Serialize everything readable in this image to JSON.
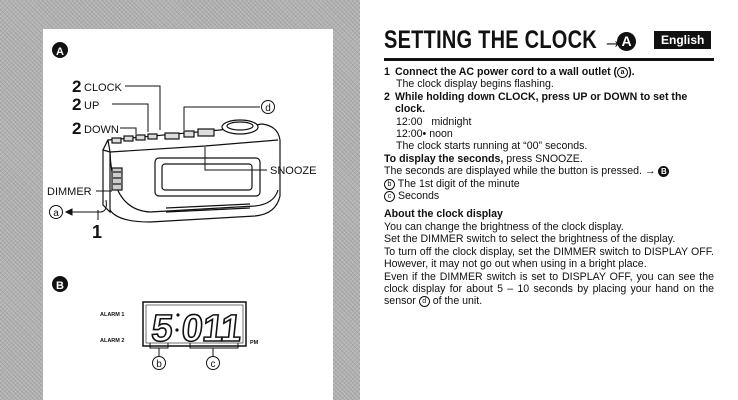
{
  "figure": {
    "marker_a": "A",
    "marker_b": "B",
    "label_clock_num": "2",
    "label_clock": "CLOCK",
    "label_up_num": "2",
    "label_up": "UP",
    "label_down_num": "2",
    "label_down": "DOWN",
    "label_d": "d",
    "label_snooze": "SNOOZE",
    "label_dimmer": "DIMMER",
    "label_a": "a",
    "label_one": "1",
    "alarm1": "ALARM 1",
    "alarm2": "ALARM 2",
    "display_digits": [
      "5",
      "0",
      "1",
      "1"
    ],
    "pm": "PM",
    "label_b": "b",
    "label_c": "c"
  },
  "section": {
    "title": "SETTING THE CLOCK →",
    "title_badge": "A",
    "language": "English",
    "step1_num": "1",
    "step1_text": "Connect the AC power cord to a wall outlet (",
    "step1_circ": "a",
    "step1_end": ").",
    "step1_sub": "The clock display begins flashing.",
    "step2_num": "2",
    "step2_text": "While holding down CLOCK, press UP or DOWN to set the clock.",
    "time1": "12:00",
    "time1_label": "midnight",
    "time2": "12:00",
    "time2_dot": "•",
    "time2_label": "noon",
    "step2_sub": "The clock starts running at “00” seconds.",
    "seconds_heading": "To display the seconds,",
    "seconds_rest": " press SNOOZE.",
    "seconds_desc": "The seconds are displayed while the button is pressed. →",
    "seconds_badge": "B",
    "b_circ": "b",
    "b_text": "The 1st digit of the minute",
    "c_circ": "c",
    "c_text": "Seconds",
    "about_heading": "About the clock display",
    "about_p1": "You can change the brightness of the clock display.",
    "about_p2": "Set the DIMMER switch to select the brightness of the display.",
    "about_p3": "To turn off the clock display, set the DIMMER switch to DISPLAY OFF. However, it may not go out when using in a bright place.",
    "about_p4a": "Even if the DIMMER switch is set to DISPLAY OFF, you can see the clock display for about 5 – 10 seconds by placing your hand on the sensor",
    "about_circ": "d",
    "about_p4b": "of the unit."
  }
}
